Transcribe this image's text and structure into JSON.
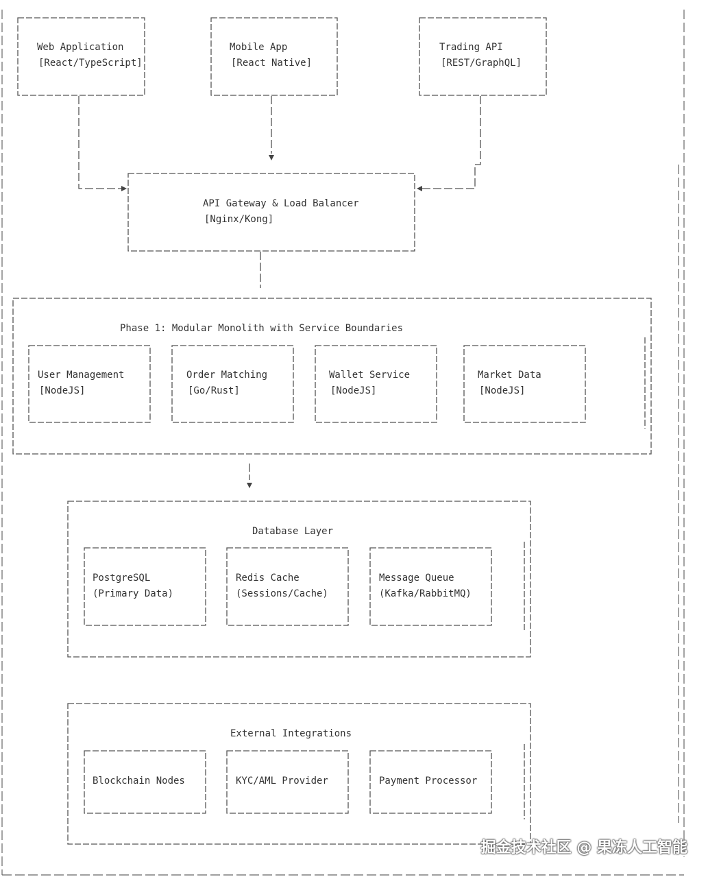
{
  "clients": [
    {
      "name": "Web Application",
      "tech": "[React/TypeScript]"
    },
    {
      "name": "Mobile App",
      "tech": "[React Native]"
    },
    {
      "name": "Trading API",
      "tech": "[REST/GraphQL]"
    }
  ],
  "gateway": {
    "name": "API Gateway & Load Balancer",
    "tech": "[Nginx/Kong]"
  },
  "phase1": {
    "title": "Phase 1: Modular Monolith with Service Boundaries",
    "services": [
      {
        "name": "User Management",
        "tech": "[NodeJS]"
      },
      {
        "name": "Order Matching",
        "tech": "[Go/Rust]"
      },
      {
        "name": "Wallet Service",
        "tech": "[NodeJS]"
      },
      {
        "name": "Market Data",
        "tech": "[NodeJS]"
      }
    ]
  },
  "database": {
    "title": "Database Layer",
    "stores": [
      {
        "name": "PostgreSQL",
        "detail": "(Primary Data)"
      },
      {
        "name": "Redis Cache",
        "detail": "(Sessions/Cache)"
      },
      {
        "name": "Message Queue",
        "detail": "(Kafka/RabbitMQ)"
      }
    ]
  },
  "external": {
    "title": "External Integrations",
    "items": [
      {
        "name": "Blockchain Nodes"
      },
      {
        "name": "KYC/AML Provider"
      },
      {
        "name": "Payment Processor"
      }
    ]
  },
  "watermark": "掘金技术社区 @ 果冻人工智能"
}
